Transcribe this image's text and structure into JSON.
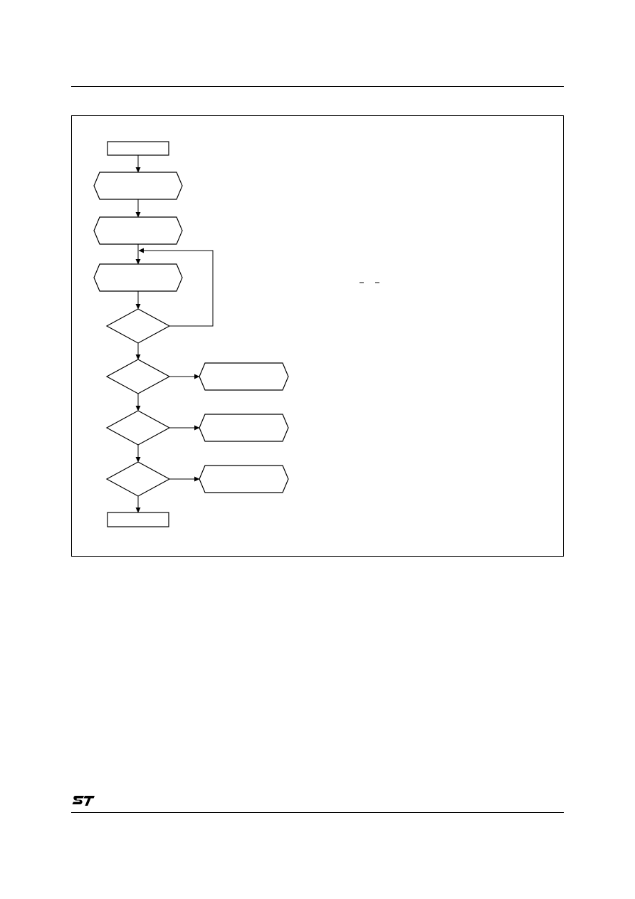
{
  "header": {
    "title": ""
  },
  "flowchart": {
    "nodes": [
      {
        "id": "start",
        "shape": "rectangle",
        "label": ""
      },
      {
        "id": "step-1",
        "shape": "hexagon",
        "label": ""
      },
      {
        "id": "step-2",
        "shape": "hexagon",
        "label": ""
      },
      {
        "id": "step-3",
        "shape": "hexagon",
        "label": ""
      },
      {
        "id": "decision-1",
        "shape": "diamond",
        "label": ""
      },
      {
        "id": "decision-2",
        "shape": "diamond",
        "label": ""
      },
      {
        "id": "action-2",
        "shape": "hexagon",
        "label": ""
      },
      {
        "id": "decision-3",
        "shape": "diamond",
        "label": ""
      },
      {
        "id": "action-3",
        "shape": "hexagon",
        "label": ""
      },
      {
        "id": "decision-4",
        "shape": "diamond",
        "label": ""
      },
      {
        "id": "action-4",
        "shape": "hexagon",
        "label": ""
      },
      {
        "id": "end",
        "shape": "rectangle",
        "label": ""
      }
    ],
    "edges": [
      {
        "from": "start",
        "to": "step-1"
      },
      {
        "from": "step-1",
        "to": "step-2"
      },
      {
        "from": "step-2",
        "to": "step-3"
      },
      {
        "from": "step-3",
        "to": "decision-1"
      },
      {
        "from": "decision-1",
        "to": "step-3",
        "kind": "loop"
      },
      {
        "from": "decision-1",
        "to": "decision-2"
      },
      {
        "from": "decision-2",
        "to": "action-2"
      },
      {
        "from": "decision-2",
        "to": "decision-3"
      },
      {
        "from": "decision-3",
        "to": "action-3"
      },
      {
        "from": "decision-3",
        "to": "decision-4"
      },
      {
        "from": "decision-4",
        "to": "action-4"
      },
      {
        "from": "decision-4",
        "to": "end"
      }
    ]
  },
  "footer": {
    "logo": "st-logo"
  }
}
